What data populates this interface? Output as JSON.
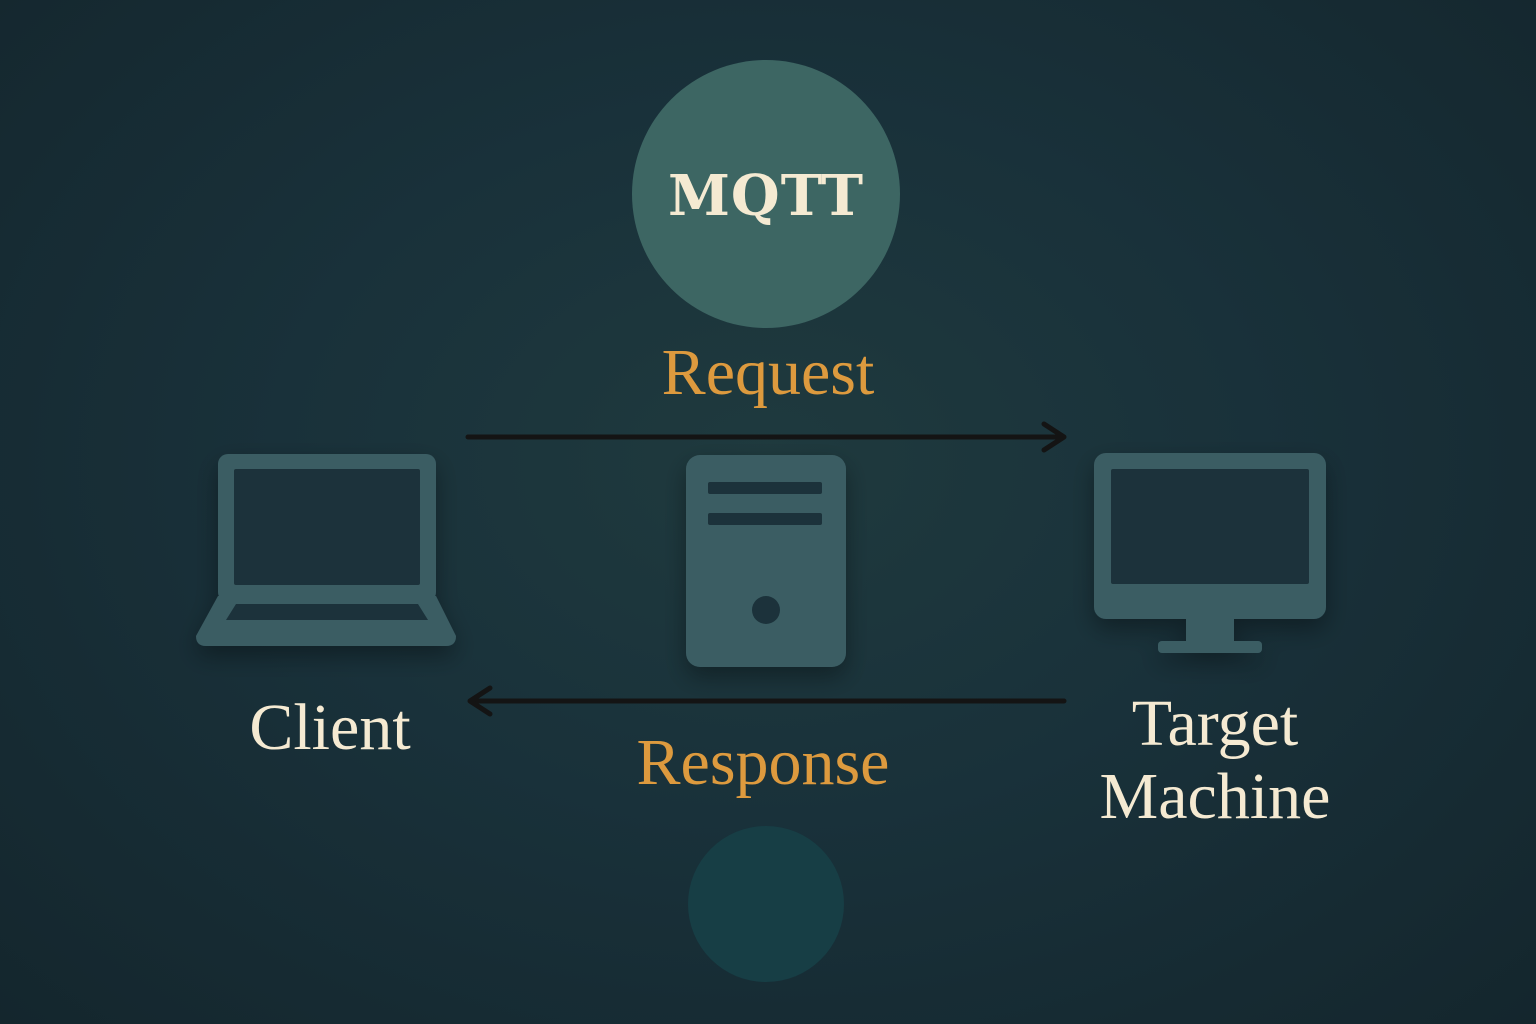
{
  "broker": {
    "label": "MQTT",
    "icon": "mqtt-broker-circle"
  },
  "flows": {
    "request_label": "Request",
    "response_label": "Response"
  },
  "nodes": {
    "client_label": "Client",
    "target_label_line1": "Target",
    "target_label_line2": "Machine",
    "client_icon": "laptop-icon",
    "server_icon": "server-icon",
    "target_icon": "monitor-icon"
  },
  "colors": {
    "background": "#19313a",
    "icon_fill": "#3b5d64",
    "broker_fill": "#3d6663",
    "accent_orange": "#dd9a3e",
    "text_cream": "#f5ead2",
    "arrow": "#141414"
  }
}
